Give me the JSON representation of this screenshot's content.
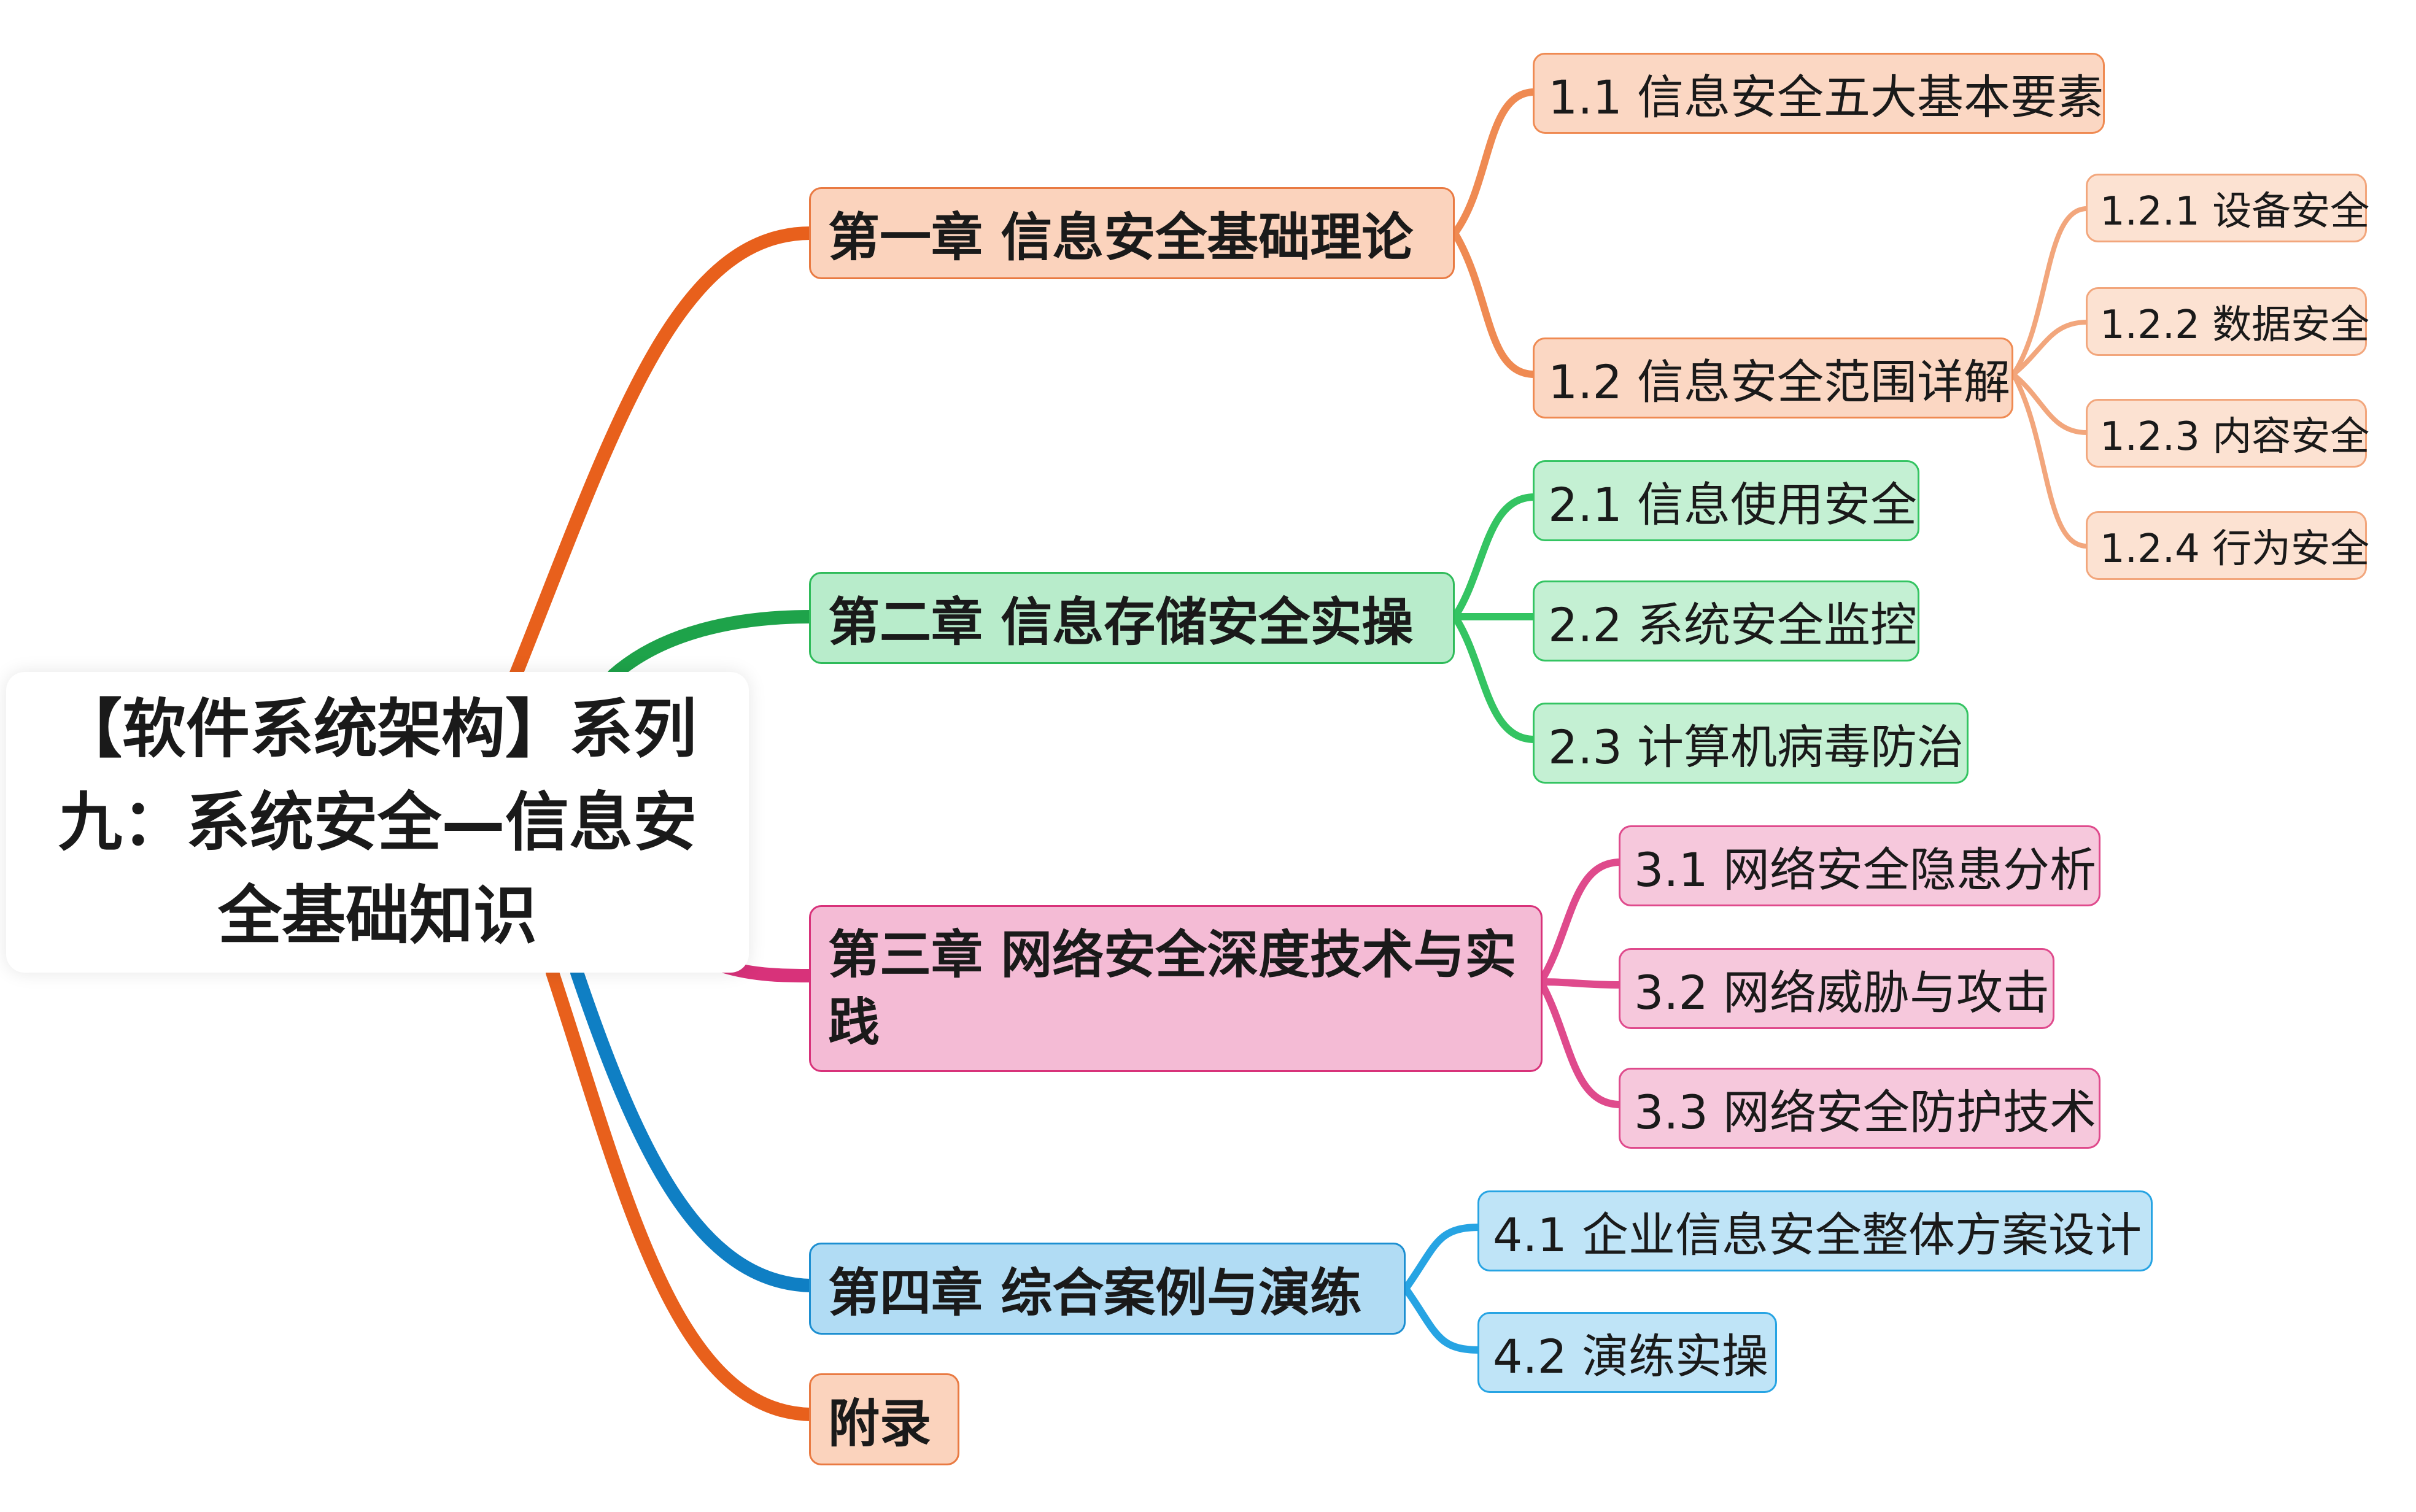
{
  "root": {
    "title": "【软件系统架构】系列九：系统安全—信息安全基础知识"
  },
  "chapters": [
    {
      "title": "第一章 信息安全基础理论",
      "sections": [
        {
          "title": "1.1 信息安全五大基本要素"
        },
        {
          "title": "1.2 信息安全范围详解",
          "items": [
            "1.2.1 设备安全",
            "1.2.2 数据安全",
            "1.2.3 内容安全",
            "1.2.4 行为安全"
          ]
        }
      ]
    },
    {
      "title": "第二章 信息存储安全实操",
      "sections": [
        {
          "title": "2.1 信息使用安全"
        },
        {
          "title": "2.2 系统安全监控"
        },
        {
          "title": "2.3 计算机病毒防治"
        }
      ]
    },
    {
      "title": "第三章 网络安全深度技术与实践",
      "sections": [
        {
          "title": "3.1 网络安全隐患分析"
        },
        {
          "title": "3.2 网络威胁与攻击"
        },
        {
          "title": "3.3 网络安全防护技术"
        }
      ]
    },
    {
      "title": "第四章 综合案例与演练",
      "sections": [
        {
          "title": "4.1 企业信息安全整体方案设计"
        },
        {
          "title": "4.2 演练实操"
        }
      ]
    },
    {
      "title": "附录",
      "sections": []
    }
  ],
  "colors": {
    "branch_orange": "#e8601c",
    "branch_green": "#1ea34a",
    "branch_pink": "#d8327a",
    "branch_blue": "#0f7fc4",
    "sub_orange": "#ef8a52",
    "leaf_orange": "#f2a67c",
    "sub_green": "#34c462",
    "sub_pink": "#df4a8c",
    "sub_blue": "#27a4e3"
  }
}
